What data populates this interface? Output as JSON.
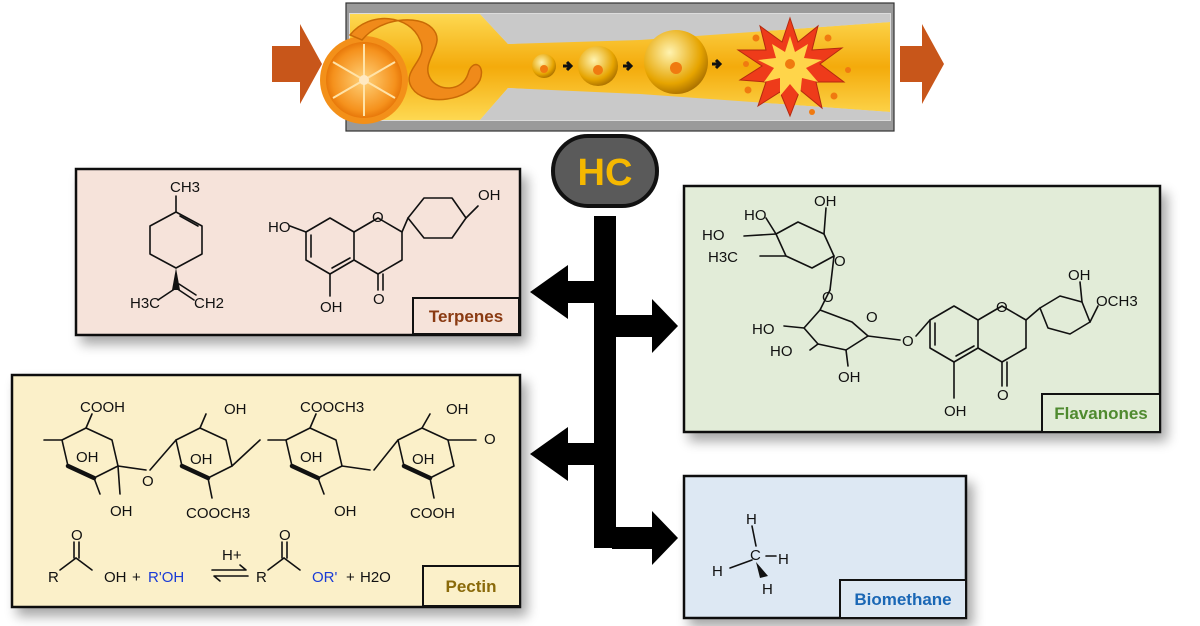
{
  "process_label": "HC",
  "panels": {
    "terpenes": {
      "label": "Terpenes",
      "bg": "#f6e3da",
      "label_color": "#8a3a12",
      "text": {
        "ch3": "CH3",
        "h3c_ch2_a": "H3C",
        "ch2": "CH2",
        "ho": "HO",
        "oh_top": "OH",
        "oh_bottom": "OH",
        "o_ring": "O",
        "o_keto": "O"
      }
    },
    "flavanones": {
      "label": "Flavanones",
      "bg": "#e2ecd8",
      "label_color": "#4f8a2f",
      "text": {
        "ho1": "HO",
        "oh1": "OH",
        "ho2": "HO",
        "h3c": "H3C",
        "o1": "O",
        "o2": "O",
        "ho3": "HO",
        "ho4": "HO",
        "oh2": "OH",
        "o3": "O",
        "o4": "O",
        "o5": "O",
        "oh3": "OH",
        "och3": "OCH3",
        "oh4": "OH",
        "o_keto": "O"
      }
    },
    "pectin": {
      "label": "Pectin",
      "bg": "#fbf0c9",
      "label_color": "#8a6a0a",
      "text": {
        "cooh1": "COOH",
        "oh_a": "OH",
        "cooch3_top": "COOCH3",
        "oh_b": "OH",
        "oh1": "OH",
        "oh2": "OH",
        "oh3": "OH",
        "oh4": "OH",
        "oh5": "OH",
        "oh6": "OH",
        "cooch3_bottom": "COOCH3",
        "cooh_bottom": "COOH",
        "o_link": "O",
        "o_ring": "O"
      },
      "reaction": {
        "r1": "R",
        "o1": "O",
        "oh": "OH",
        "plus1": "+",
        "roh": "R'OH",
        "hplus": "H+",
        "r2": "R",
        "o2": "O",
        "or": "OR'",
        "plus2": "+",
        "h2o": "H2O"
      }
    },
    "biomethane": {
      "label": "Biomethane",
      "bg": "#dde8f3",
      "label_color": "#1a67b5",
      "atoms": {
        "h_top": "H",
        "c": "C",
        "h_left": "H",
        "h_right": "H",
        "h_bottom": "H"
      }
    }
  },
  "colors": {
    "arrow_orange": "#c8561a",
    "hc_text": "#f5b800",
    "hc_bg": "#5a5a5a",
    "tube_fill": "#f7b500",
    "tube_wall": "#8c8c8c"
  }
}
